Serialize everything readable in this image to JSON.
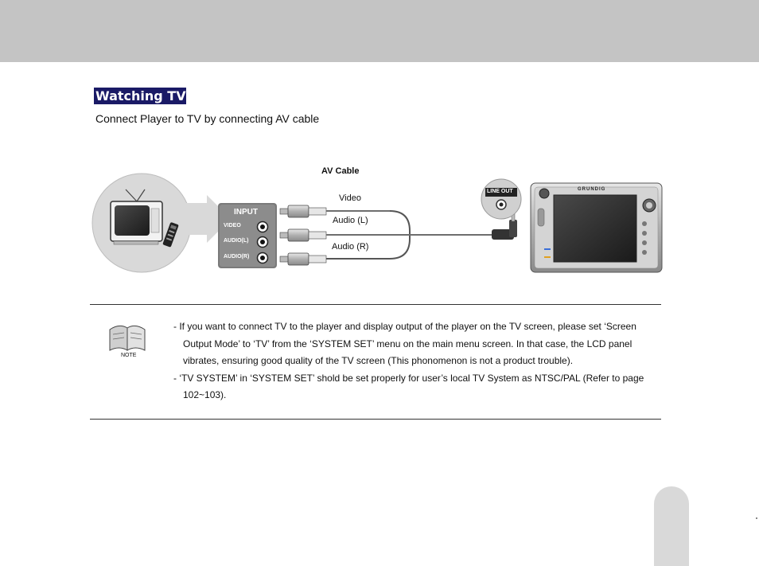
{
  "heading": "Watching TV",
  "subtitle": "Connect Player to TV by connecting AV cable",
  "diagram": {
    "cable_title": "AV Cable",
    "video_label": "Video",
    "audio_l_label": "Audio (L)",
    "audio_r_label": "Audio (R)",
    "input_panel": {
      "title": "INPUT",
      "video": "VIDEO",
      "audio_l": "AUDIO(L)",
      "audio_r": "AUDIO(R)"
    },
    "line_out": "LINE OUT",
    "device_brand": "GRUNDIG"
  },
  "note": {
    "label": "NOTE",
    "items": [
      "- If you want to connect TV to the player and display output of the player on the TV screen, please set ‘Screen Output Mode’ to ‘TV’ from the ‘SYSTEM SET’ menu on the main menu screen. In that case, the LCD panel vibrates, ensuring good quality of the TV screen (This phonomenon is not a product trouble).",
      "- ‘TV SYSTEM’ in ‘SYSTEM SET’ shold be set properly for user’s local TV System as NTSC/PAL (Refer to page 102~103)."
    ]
  },
  "colors": {
    "heading_bg": "#1a1a66",
    "top_band": "#c4c4c4",
    "page_tab": "#d9d9d9"
  }
}
